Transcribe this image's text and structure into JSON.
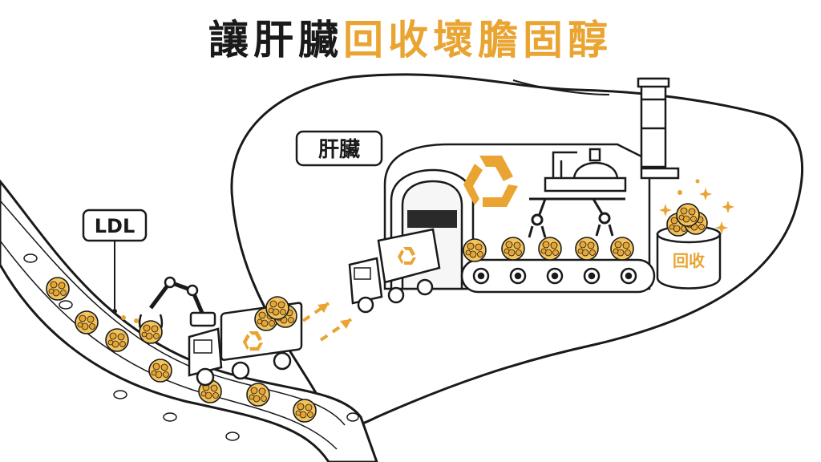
{
  "title": {
    "part1": "讓肝臟",
    "part2": "回收壞膽固醇"
  },
  "labels": {
    "liver": "肝臟",
    "ldl": "LDL",
    "recycle_bin": "回收"
  },
  "icons": {
    "recycle": "recycle-icon",
    "sparkle": "sparkle-icon",
    "arrow": "dashed-arrow-icon"
  },
  "colors": {
    "accent": "#e9a431",
    "ink": "#1a1a1a",
    "particle": "#f2c45e"
  }
}
